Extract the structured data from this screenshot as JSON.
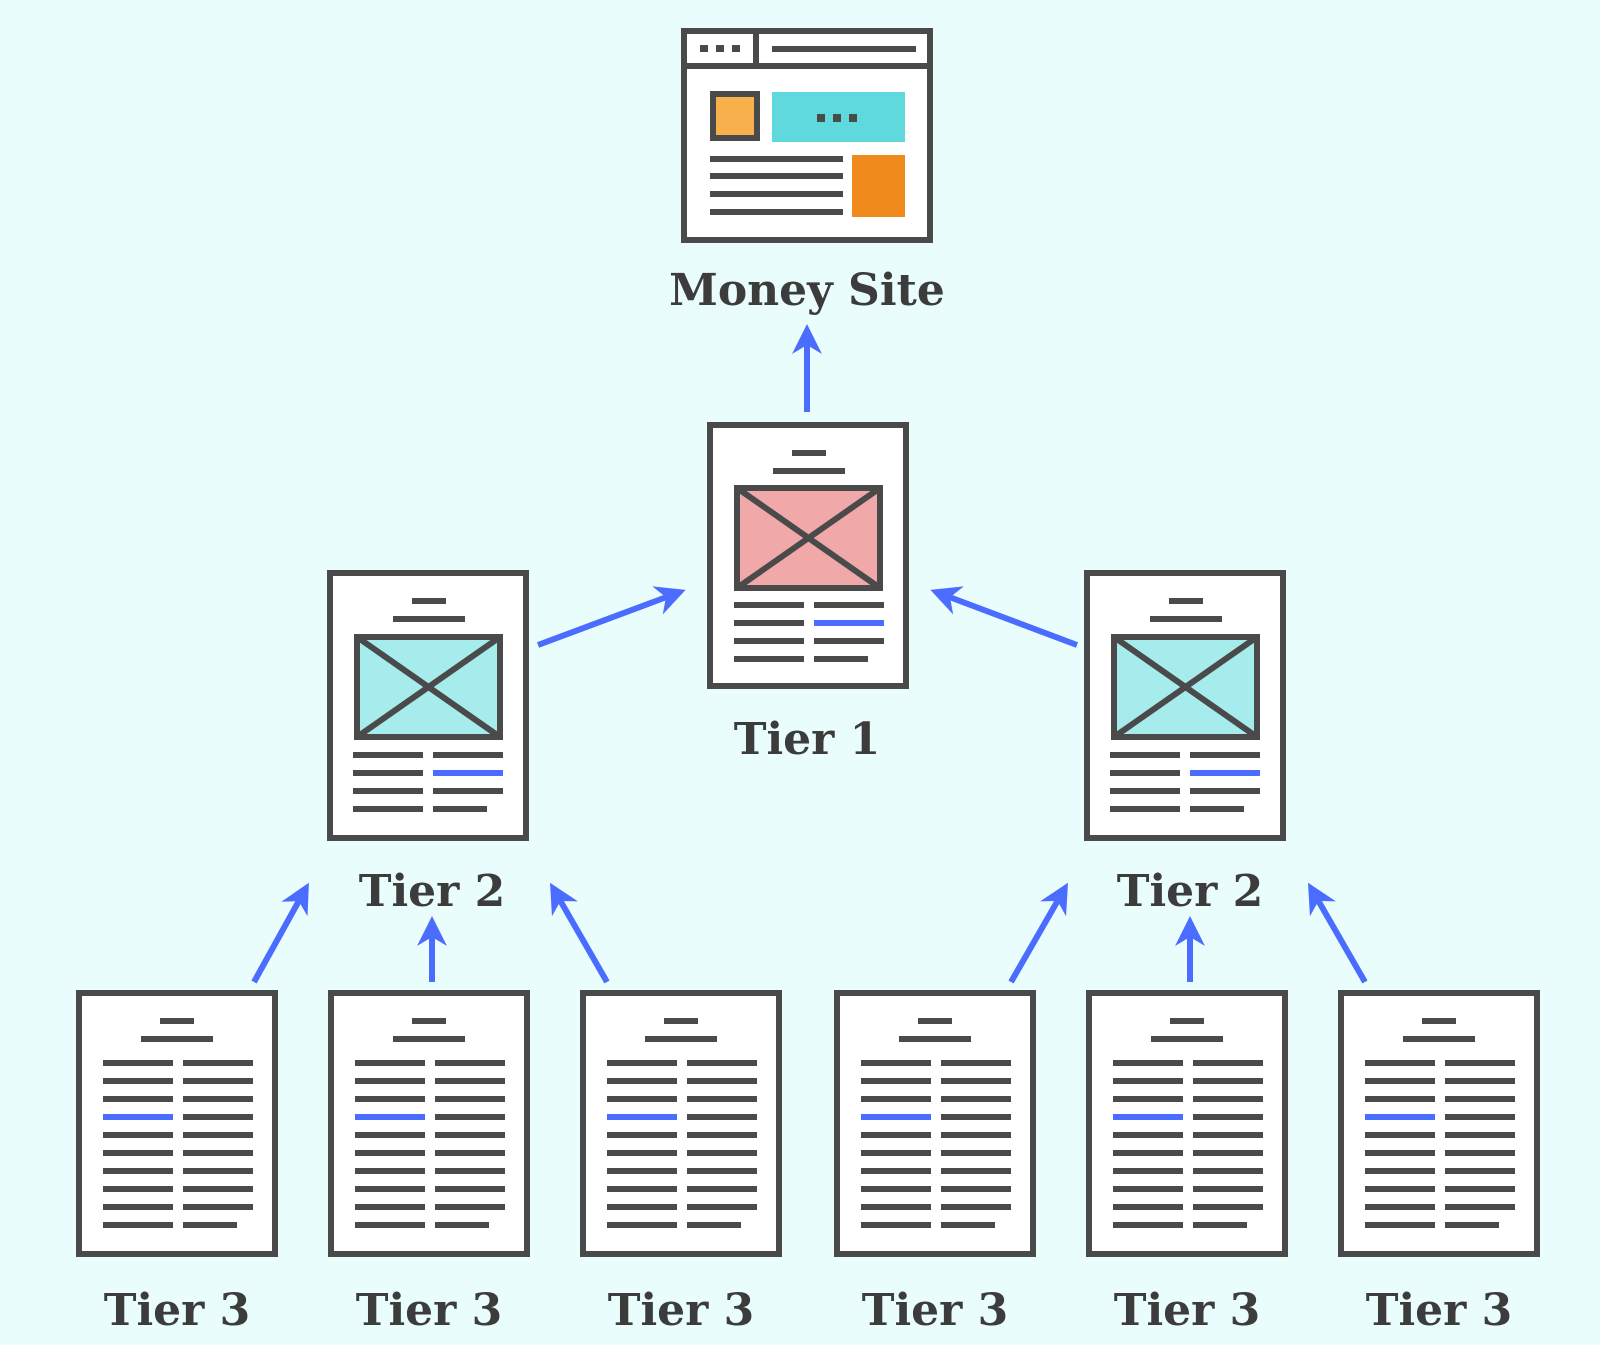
{
  "nodes": {
    "money_site": {
      "label": "Money Site"
    },
    "tier1": {
      "label": "Tier 1"
    },
    "tier2_left": {
      "label": "Tier 2"
    },
    "tier2_right": {
      "label": "Tier 2"
    },
    "tier3_1": {
      "label": "Tier 3"
    },
    "tier3_2": {
      "label": "Tier 3"
    },
    "tier3_3": {
      "label": "Tier 3"
    },
    "tier3_4": {
      "label": "Tier 3"
    },
    "tier3_5": {
      "label": "Tier 3"
    },
    "tier3_6": {
      "label": "Tier 3"
    }
  },
  "colors": {
    "background": "#eafdfd",
    "outline": "#4a4a4a",
    "arrow": "#4a6cff",
    "link_line": "#4a6cff",
    "tier1_image": "#f0a8a8",
    "tier2_image": "#a6ecec",
    "money_teal": "#5fd9db",
    "money_orange": "#f08a1c",
    "money_orange_light": "#f8b04c"
  },
  "icons": {
    "money_site": "website-icon",
    "tier1": "article-image-icon",
    "tier2": "article-image-icon",
    "tier3": "text-document-icon"
  }
}
